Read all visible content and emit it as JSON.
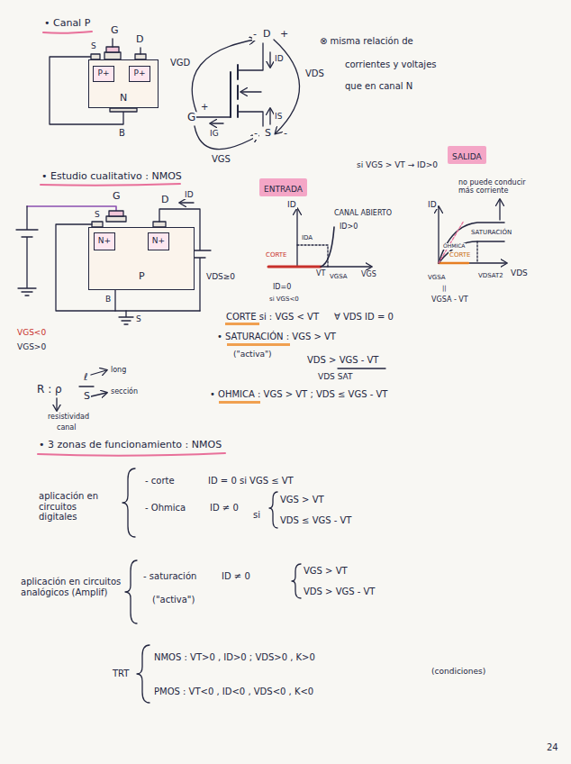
{
  "diagram": {
    "nodes": [
      {
        "text": [
          "N"
        ]
      },
      {
        "text": [
          "P+"
        ],
        "in": 0
      },
      {
        "text": [
          "P+"
        ],
        "in": 0
      },
      {
        "text": [
          "SALIDA"
        ]
      },
      {
        "text": [
          "ENTRADA"
        ]
      },
      {
        "text": [
          "P"
        ]
      },
      {
        "text": [
          "N+"
        ],
        "in": 5
      },
      {
        "text": [
          "N+"
        ],
        "in": 5
      }
    ],
    "labels": [
      "• Canal P",
      "G",
      "D",
      "S",
      "B",
      "VGD",
      "-",
      "D",
      "+",
      "ID",
      "VDS",
      "⊗ misma relación de",
      "corrientes y voltajes",
      "que en canal N",
      "G",
      "+",
      "IG",
      "IS",
      "-",
      "S",
      "-",
      "VGS",
      "si VGS > VT → ID>0",
      "• Estudio cualitativo : NMOS",
      "no puede conducir más corriente",
      "G",
      "ID",
      "S",
      "D",
      "ID",
      "CANAL ABIERTO",
      "ID>0",
      "ID",
      "IDA",
      "ÓHMICA",
      "SATURACIÓN",
      "CORTE",
      "CORTE",
      "VT",
      "VGSA",
      "VGS",
      "VDS",
      "VGSA",
      "VDSAT2",
      "VDS≥0",
      "ID=0",
      "si VGS<0",
      "||",
      "VGSA - VT",
      "B",
      "S",
      "VGS<0",
      "VGS>0",
      "CORTE si : VGS < VT",
      "∀ VDS ID = 0",
      "• SATURACIÓN : VGS > VT",
      "(\"activa\")",
      "VDS > VGS - VT",
      "VDS SAT",
      "long",
      "R : ρ",
      "ℓ",
      "S",
      "sección",
      "• OHMICA : VGS > VT ; VDS ≤ VGS - VT",
      "resistividad",
      "canal",
      "• 3 zonas de funcionamiento : NMOS",
      "- corte",
      "ID = 0 si VGS ≤ VT",
      "aplicación en circuitos digitales",
      "- Ohmica",
      "ID ≠ 0",
      "si",
      "VGS > VT",
      "VDS ≤ VGS - VT",
      "- saturación",
      "ID ≠ 0",
      "VGS > VT",
      "(\"activa\")",
      "VDS > VGS - VT",
      "aplicación en circuitos analógicos (Amplif)",
      "TRT",
      "NMOS : VT>0 , ID>0 ; VDS>0 , K>0",
      "(condiciones)",
      "PMOS : VT<0 , ID<0 , VDS<0 , K<0",
      "24"
    ]
  }
}
